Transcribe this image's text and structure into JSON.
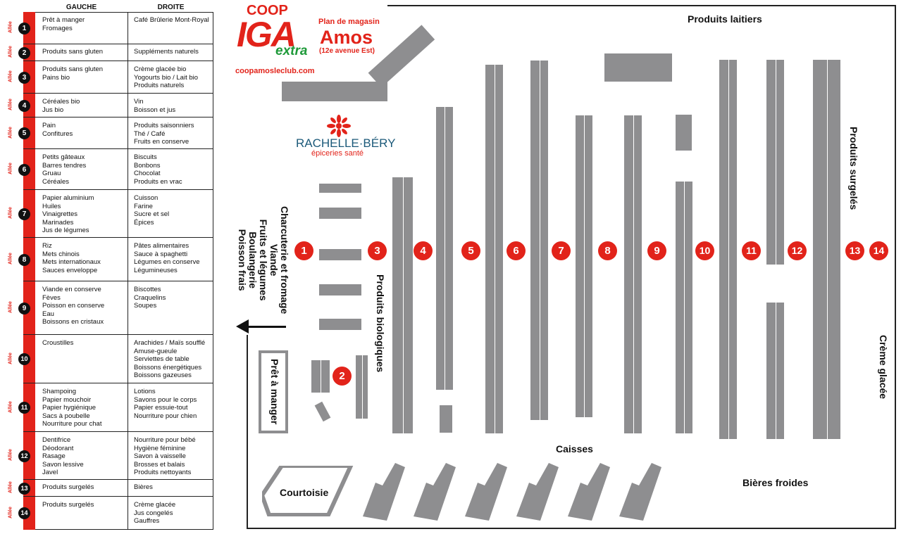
{
  "header": {
    "coop": "COOP",
    "iga": "IGA",
    "extra": "extra",
    "website": "coopamosleclub.com",
    "plan_label": "Plan de magasin",
    "city": "Amos",
    "address": "(12e avenue Est)"
  },
  "directory": {
    "col_left": "GAUCHE",
    "col_right": "DROITE",
    "allee_label": "Allée",
    "rows": [
      {
        "num": "1",
        "gauche": "Prêt à manger\nFromages",
        "droite": "Café Brûlerie Mont-Royal"
      },
      {
        "num": "2",
        "gauche": "Produits sans gluten",
        "droite": "Suppléments naturels"
      },
      {
        "num": "3",
        "gauche": "Produits sans gluten\nPains bio",
        "droite": "Crème glacée bio\nYogourts bio / Lait bio\nProduits naturels"
      },
      {
        "num": "4",
        "gauche": "Céréales bio\nJus bio",
        "droite": "Vin\nBoisson et jus"
      },
      {
        "num": "5",
        "gauche": "Pain\nConfitures",
        "droite": "Produits saisonniers\nThé / Café\nFruits en conserve"
      },
      {
        "num": "6",
        "gauche": "Petits gâteaux\nBarres tendres\nGruau\nCéréales",
        "droite": "Biscuits\nBonbons\nChocolat\nProduits en vrac"
      },
      {
        "num": "7",
        "gauche": "Papier aluminium\nHuiles\nVinaigrettes\nMarinades\nJus de légumes",
        "droite": "Cuisson\nFarine\nSucre et sel\nÉpices"
      },
      {
        "num": "8",
        "gauche": "Riz\nMets chinois\nMets internationaux\nSauces enveloppe",
        "droite": "Pâtes alimentaires\nSauce à spaghetti\nLégumes en conserve\nLégumineuses"
      },
      {
        "num": "9",
        "gauche": "Viande en conserve\nFèves\nPoisson en conserve\nEau\nBoissons en cristaux",
        "droite": "Biscottes\nCraquelins\nSoupes"
      },
      {
        "num": "10",
        "gauche": "Croustilles",
        "droite": "Arachides / Maïs soufflé\nAmuse-gueule\nServiettes de table\nBoissons énergétiques\nBoissons gazeuses"
      },
      {
        "num": "11",
        "gauche": "Shampoing\nPapier mouchoir\nPapier hygiénique\nSacs à poubelle\nNourriture pour chat",
        "droite": "Lotions\nSavons pour le corps\nPapier essuie-tout\nNourriture pour chien"
      },
      {
        "num": "12",
        "gauche": "Dentifrice\nDéodorant\nRasage\nSavon lessive\nJavel",
        "droite": "Nourriture pour bébé\nHygiène féminine\nSavon à vaisselle\nBrosses et balais\nProduits nettoyants"
      },
      {
        "num": "13",
        "gauche": "Produits surgelés",
        "droite": "Bières"
      },
      {
        "num": "14",
        "gauche": "Produits surgelés",
        "droite": "Crème glacée\nJus congelés\nGauffres"
      }
    ]
  },
  "map": {
    "aisles": [
      "1",
      "2",
      "3",
      "4",
      "5",
      "6",
      "7",
      "8",
      "9",
      "10",
      "11",
      "12",
      "13",
      "14"
    ],
    "labels": {
      "produits_laitiers": "Produits laitiers",
      "produits_surgeles": "Produits surgelés",
      "creme_glacee": "Crème glacée",
      "caisses": "Caisses",
      "bieres_froides": "Bières froides",
      "courtoisie": "Courtoisie",
      "produits_biologiques": "Produits biologiques",
      "pret_a_manger": "Prêt à manger",
      "fresh_stack": "Charcuterie et fromage\nViande\nFruits et légumes\nBoulangerie\nPoisson frais"
    },
    "rachelle_bery": {
      "name": "RACHELLE·BÉRY",
      "sub": "épiceries santé"
    },
    "colors": {
      "accent_red": "#e2231a",
      "shelf_gray": "#8e8e90",
      "rb_blue": "#1c5a7a",
      "extra_green": "#1f9a3a"
    }
  }
}
